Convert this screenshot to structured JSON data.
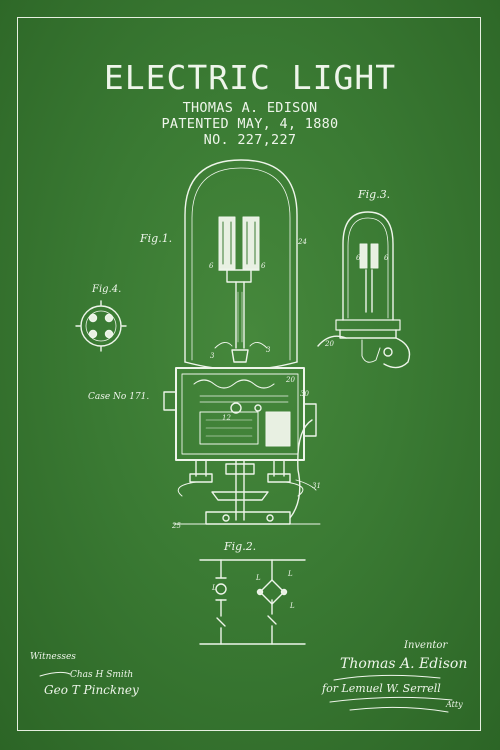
{
  "header": {
    "title": "ELECTRIC LIGHT",
    "inventor_line": "THOMAS A. EDISON",
    "patent_date": "PATENTED MAY, 4, 1880",
    "patent_number": "NO. 227,227"
  },
  "figures": {
    "fig1": "Fig.1.",
    "fig2": "Fig.2.",
    "fig3": "Fig.3.",
    "fig4": "Fig.4.",
    "case_no": "Case No 171."
  },
  "signatures": {
    "witnesses_label": "Witnesses",
    "witness_1": "Chas H Smith",
    "witness_2": "Geo T Pinckney",
    "inventor_label": "Inventor",
    "inventor_name": "Thomas A. Edison",
    "attorney": "for Lemuel W. Serrell",
    "attorney_suffix": "Atty"
  },
  "colors": {
    "background": "#3a7a33",
    "ink": "#eef5ea"
  }
}
